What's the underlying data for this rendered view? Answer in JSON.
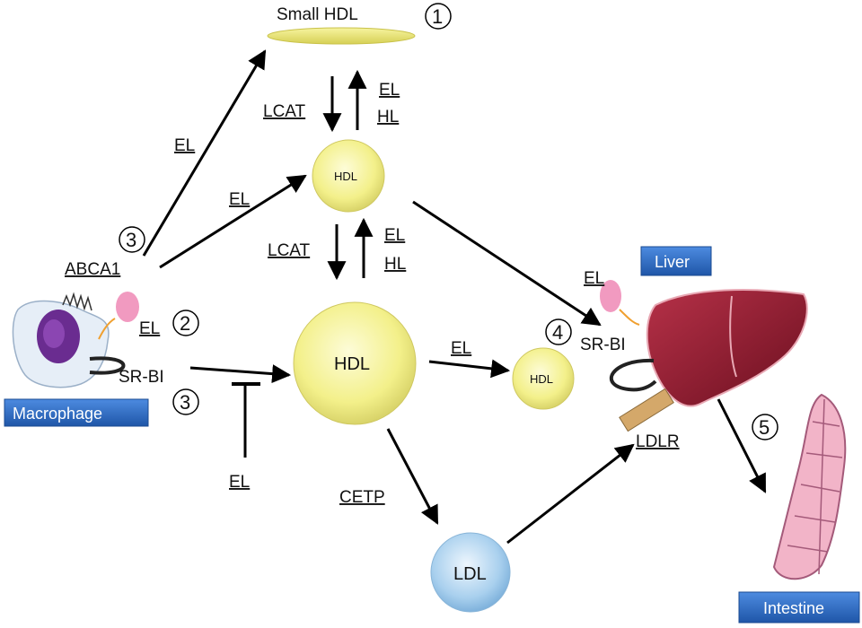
{
  "labels": {
    "small_hdl": "Small HDL",
    "hdl_top": "HDL",
    "hdl_big": "HDL",
    "hdl_right": "HDL",
    "ldl": "LDL",
    "abca1": "ABCA1",
    "sr_bi_left": "SR-BI",
    "sr_bi_right": "SR-BI",
    "ldlr": "LDLR",
    "cetp": "CETP",
    "lcat_1": "LCAT",
    "lcat_2": "LCAT",
    "el": "EL",
    "hl": "HL"
  },
  "markers": {
    "n1": "①",
    "n2": "②",
    "n3": "③",
    "n4": "④",
    "n5": "⑤"
  },
  "boxes": {
    "macrophage": "Macrophage",
    "liver": "Liver",
    "intestine": "Intestine"
  },
  "colors": {
    "hdl_fill": "#f3f08a",
    "ldl_fill": "#a9d0ee",
    "box_blue": "#2f6fc6",
    "liver": "#8b1a2c",
    "intestine": "#f2b4c8",
    "el_pink": "#f19ac0"
  }
}
